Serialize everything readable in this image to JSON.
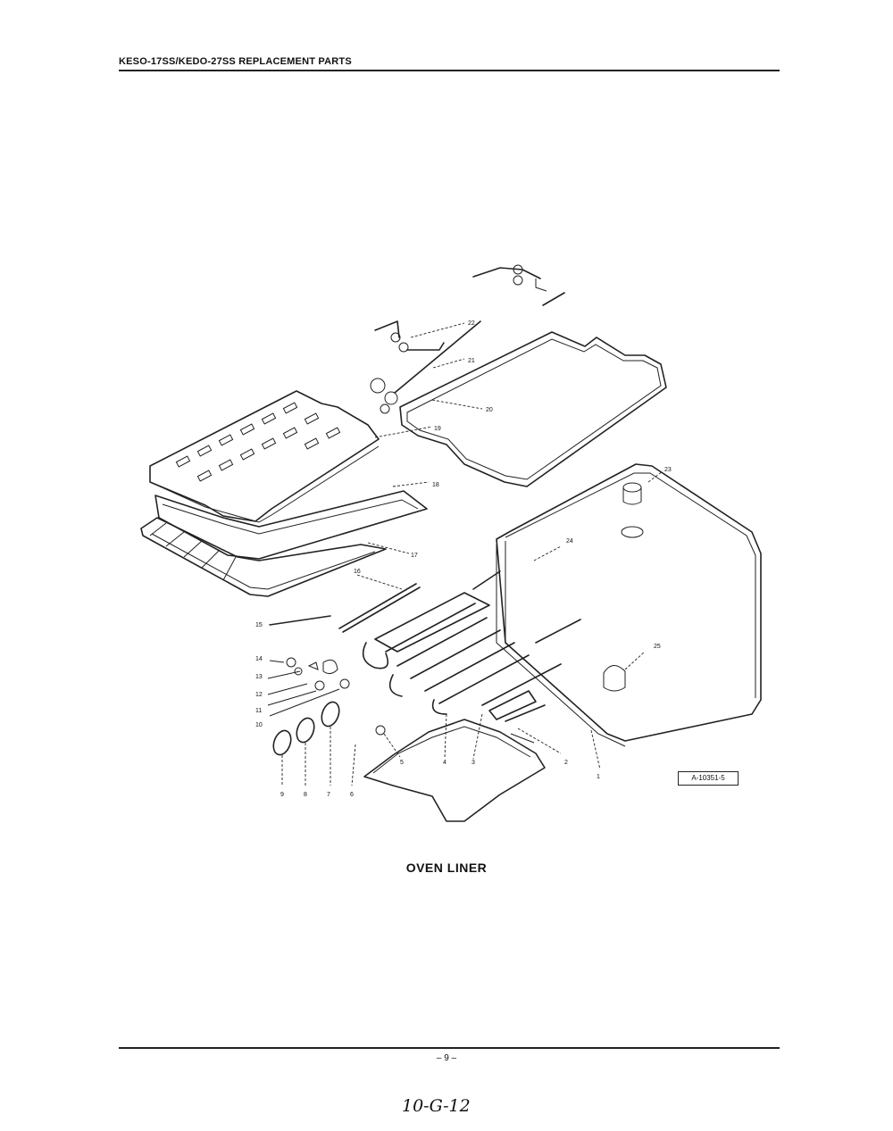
{
  "header": {
    "title": "KESO-17SS/KEDO-27SS REPLACEMENT PARTS"
  },
  "diagram": {
    "part_numbers": [
      "1",
      "2",
      "3",
      "4",
      "5",
      "6",
      "7",
      "8",
      "9",
      "10",
      "11",
      "12",
      "13",
      "14",
      "15",
      "16",
      "17",
      "18",
      "19",
      "20",
      "21",
      "22",
      "23",
      "24",
      "25"
    ],
    "reference_code": "A-10351-5"
  },
  "caption": "OVEN LINER",
  "footer": {
    "page_number": "– 9 –",
    "handwritten_note": "10-G-12"
  }
}
